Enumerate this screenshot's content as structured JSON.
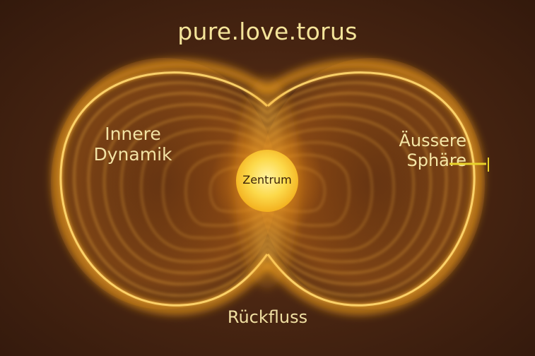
{
  "diagram": {
    "title": "pure.love.torus",
    "labels": {
      "inner": "Innere\nDynamik",
      "inner_line1": "Innere",
      "inner_line2": "Dynamik",
      "outer_line1": "Äussere",
      "outer_line2": "Sphäre",
      "center": "Zentrum",
      "bottom": "Rückfluss"
    },
    "colors": {
      "background": "#3a1f10",
      "glow": "#f5a623",
      "core": "#fbd84a",
      "text": "#f3e6a2",
      "arrow": "#e8d22a"
    },
    "icons": {
      "arrow": "arrow-right-icon"
    }
  }
}
